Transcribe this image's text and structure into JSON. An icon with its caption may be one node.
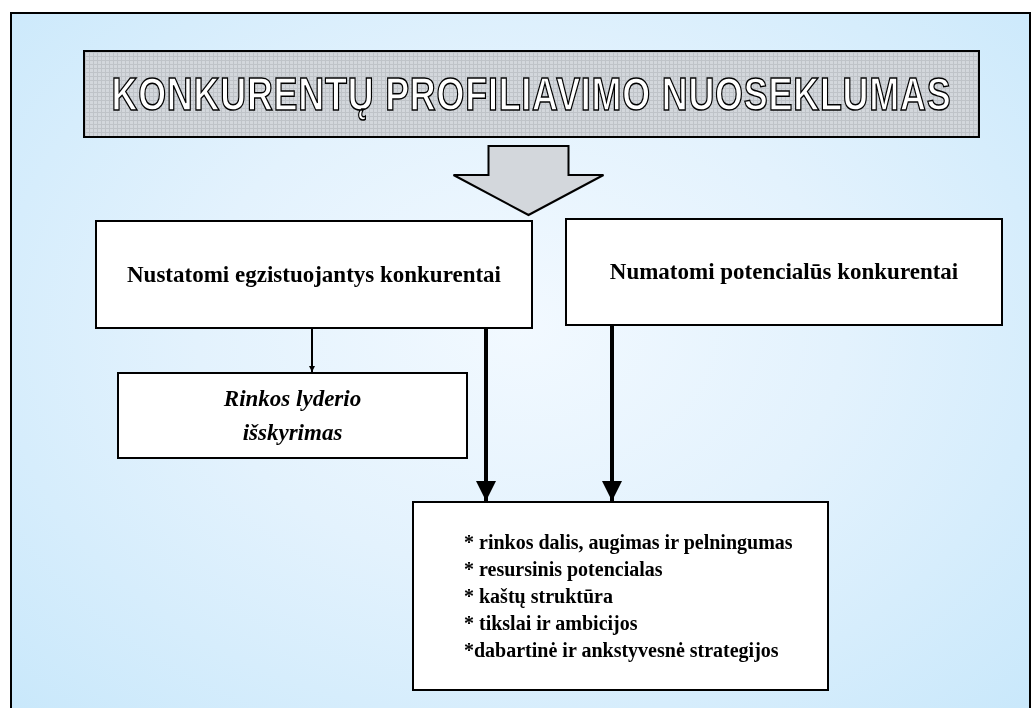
{
  "diagram": {
    "nodes": [
      {
        "text": [
          "KONKURENTŲ PROFILIAVIMO NUOSEKLUMAS"
        ]
      },
      {
        "text": [
          "Nustatomi egzistuojantys konkurentai"
        ]
      },
      {
        "text": [
          "Numatomi potencialūs konkurentai"
        ]
      },
      {
        "text": [
          "Rinkos lyderio išskyrimas"
        ]
      },
      {
        "text": [
          "* rinkos dalis, augimas ir pelningumas",
          "* resursinis potencialas",
          "* kaštų struktūra",
          "* tikslai ir ambicijos",
          "*dabartinė ir ankstyvesnė strategijos"
        ]
      }
    ],
    "edges": [
      {
        "from": 0,
        "to": null,
        "arrow": "to",
        "style": "thick"
      },
      {
        "from": 1,
        "to": 3,
        "arrow": "to"
      },
      {
        "from": 1,
        "to": 4,
        "arrow": "to"
      },
      {
        "from": 2,
        "to": 4,
        "arrow": "to"
      }
    ]
  }
}
